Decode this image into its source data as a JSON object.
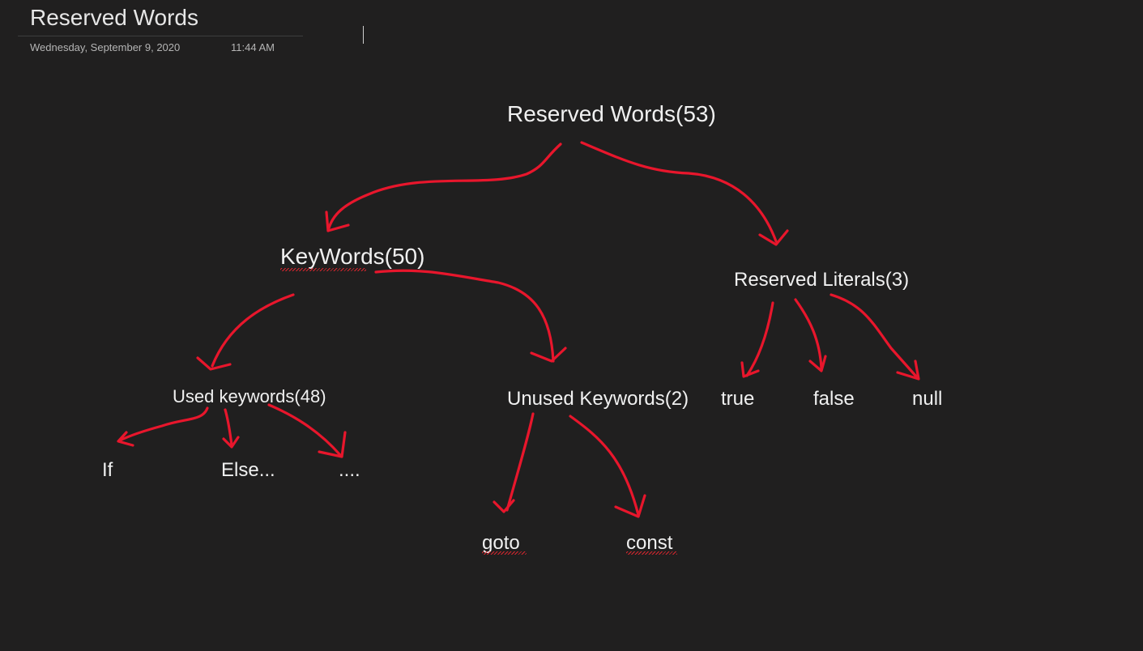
{
  "page": {
    "title": "Reserved Words",
    "date": "Wednesday, September 9, 2020",
    "time": "11:44 AM"
  },
  "diagram": {
    "root": "Reserved Words(53)",
    "keywords": "KeyWords(50)",
    "reserved_literals": "Reserved Literals(3)",
    "used_keywords": "Used keywords(48)",
    "unused_keywords": "Unused Keywords(2)",
    "literal_true": "true",
    "literal_false": "false",
    "literal_null": "null",
    "used_if": "If",
    "used_else": "Else...",
    "used_more": "....",
    "unused_goto": "goto",
    "unused_const": "const"
  },
  "colors": {
    "background": "#201f1f",
    "arrow": "#e8162c",
    "text": "#f0f0f0",
    "spellcheck": "#d8262e"
  }
}
